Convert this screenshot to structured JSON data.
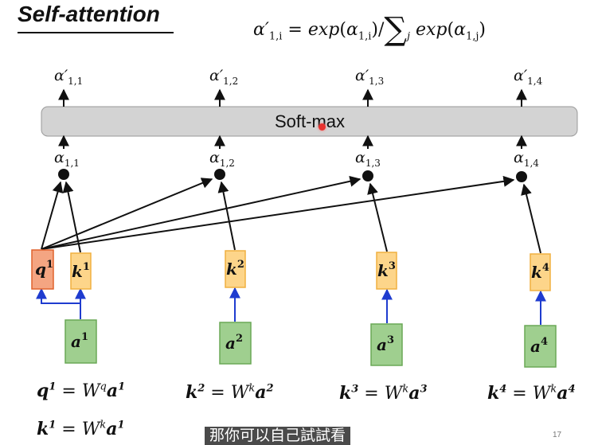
{
  "title": "Self-attention",
  "formula": {
    "lhs": "α′",
    "lhs_sub": "1,i",
    "equals": "=",
    "exp1": "exp",
    "arg1": "α",
    "arg1_sub": "1,i",
    "slash": "/",
    "sigma": "∑",
    "sum_index": "j",
    "exp2": "exp",
    "arg2": "α",
    "arg2_sub": "1,j"
  },
  "softmax_label": "Soft-max",
  "outputs": [
    {
      "base": "α′",
      "sub": "1,1"
    },
    {
      "base": "α′",
      "sub": "1,2"
    },
    {
      "base": "α′",
      "sub": "1,3"
    },
    {
      "base": "α′",
      "sub": "1,4"
    }
  ],
  "scores": [
    {
      "base": "α",
      "sub": "1,1"
    },
    {
      "base": "α",
      "sub": "1,2"
    },
    {
      "base": "α",
      "sub": "1,3"
    },
    {
      "base": "α",
      "sub": "1,4"
    }
  ],
  "query_box": {
    "base": "q",
    "sup": "1"
  },
  "key_boxes": [
    {
      "base": "k",
      "sup": "1"
    },
    {
      "base": "k",
      "sup": "2"
    },
    {
      "base": "k",
      "sup": "3"
    },
    {
      "base": "k",
      "sup": "4"
    }
  ],
  "input_boxes": [
    {
      "base": "a",
      "sup": "1"
    },
    {
      "base": "a",
      "sup": "2"
    },
    {
      "base": "a",
      "sup": "3"
    },
    {
      "base": "a",
      "sup": "4"
    }
  ],
  "equations": [
    {
      "lhs": "q",
      "lhs_sup": "1",
      "w": "W",
      "w_sup": "q",
      "rhs": "a",
      "rhs_sup": "1"
    },
    {
      "lhs": "k",
      "lhs_sup": "2",
      "w": "W",
      "w_sup": "k",
      "rhs": "a",
      "rhs_sup": "2"
    },
    {
      "lhs": "k",
      "lhs_sup": "3",
      "w": "W",
      "w_sup": "k",
      "rhs": "a",
      "rhs_sup": "3"
    },
    {
      "lhs": "k",
      "lhs_sup": "4",
      "w": "W",
      "w_sup": "k",
      "rhs": "a",
      "rhs_sup": "4"
    },
    {
      "lhs": "k",
      "lhs_sup": "1",
      "w": "W",
      "w_sup": "k",
      "rhs": "a",
      "rhs_sup": "1"
    }
  ],
  "subtitle": "那你可以自己試試看",
  "page_number": "17",
  "colors": {
    "query_fill": "#f4a582",
    "query_stroke": "#e0622c",
    "key_fill": "#fdd58a",
    "key_stroke": "#f0b040",
    "input_fill": "#9fcf8f",
    "input_stroke": "#6aa857",
    "softmax_fill": "#d3d3d3",
    "softmax_stroke": "#9a9a9a",
    "blue_arrow": "#1f3ccf"
  }
}
